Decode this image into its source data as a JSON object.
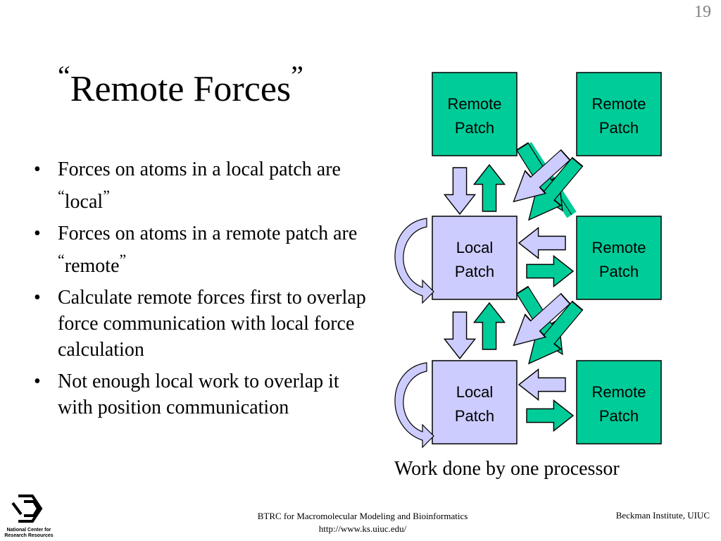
{
  "slide_number": "19",
  "title": {
    "open_quote": "“",
    "text": "Remote Forces",
    "close_quote": "”"
  },
  "bullets": [
    {
      "before": "Forces on atoms in a local patch are ",
      "quoted": "local"
    },
    {
      "before": "Forces on atoms in a remote patch are ",
      "quoted": "remote"
    },
    {
      "before": "Calculate remote forces first to overlap force communication with local force calculation",
      "quoted": ""
    },
    {
      "before": "Not enough local work to overlap it with position communication",
      "quoted": ""
    }
  ],
  "bullet_symbol": "•",
  "quote_open": "“",
  "quote_close": "”",
  "diagram": {
    "patches": [
      {
        "line1": "Remote",
        "line2": "Patch"
      },
      {
        "line1": "Remote",
        "line2": "Patch"
      },
      {
        "line1": "Local",
        "line2": "Patch"
      },
      {
        "line1": "Remote",
        "line2": "Patch"
      },
      {
        "line1": "Local",
        "line2": "Patch"
      },
      {
        "line1": "Remote",
        "line2": "Patch"
      }
    ],
    "caption": "Work done by one processor",
    "colors": {
      "remote_fill": "#00cc99",
      "local_fill": "#ccccff",
      "green_arrow": "#00cc99",
      "lavender_arrow": "#ccccff",
      "stroke": "#000000"
    }
  },
  "footer": {
    "line1": "BTRC for Macromolecular Modeling and Bioinformatics",
    "line2": "http://www.ks.uiuc.edu/",
    "right": "Beckman Institute, UIUC"
  },
  "logo": {
    "line1": "National Center for",
    "line2": "Research Resources"
  }
}
